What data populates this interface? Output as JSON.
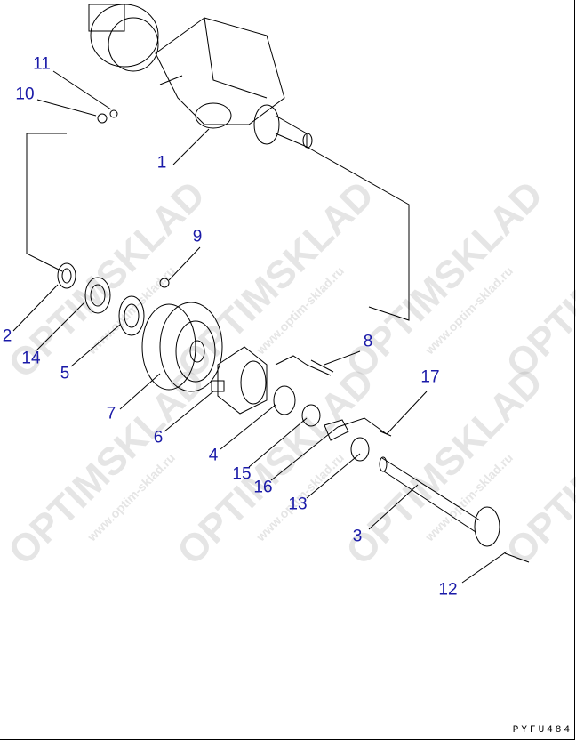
{
  "diagram": {
    "callouts": [
      {
        "id": "11",
        "label": "11"
      },
      {
        "id": "10",
        "label": "10"
      },
      {
        "id": "1",
        "label": "1"
      },
      {
        "id": "9",
        "label": "9"
      },
      {
        "id": "2",
        "label": "2"
      },
      {
        "id": "14",
        "label": "14"
      },
      {
        "id": "5",
        "label": "5"
      },
      {
        "id": "8",
        "label": "8"
      },
      {
        "id": "7",
        "label": "7"
      },
      {
        "id": "6",
        "label": "6"
      },
      {
        "id": "17",
        "label": "17"
      },
      {
        "id": "4",
        "label": "4"
      },
      {
        "id": "15",
        "label": "15"
      },
      {
        "id": "16",
        "label": "16"
      },
      {
        "id": "13",
        "label": "13"
      },
      {
        "id": "3",
        "label": "3"
      },
      {
        "id": "12",
        "label": "12"
      }
    ],
    "drawing_code": "PYFU484",
    "callout_color": "#1a1aa8"
  },
  "watermark": {
    "brand": "OPTIMSKLAD",
    "url": "www.optim-sklad.ru"
  }
}
